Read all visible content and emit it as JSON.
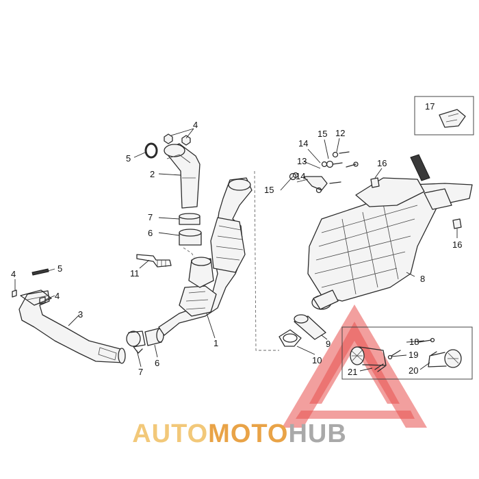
{
  "watermark": {
    "part1": "AUTO",
    "part2": "MOTO",
    "part3": "HUB",
    "colors": {
      "auto": "#f2c879",
      "moto": "#e9a347",
      "hub": "#a9a9a9",
      "logo": "#e8504f"
    }
  },
  "callouts": {
    "c1": "1",
    "c2": "2",
    "c3": "3",
    "c4a": "4",
    "c4b": "4",
    "c4c": "4",
    "c5a": "5",
    "c5b": "5",
    "c6a": "6",
    "c6b": "6",
    "c7a": "7",
    "c7b": "7",
    "c8": "8",
    "c9": "9",
    "c10": "10",
    "c11": "11",
    "c12": "12",
    "c13": "13",
    "c14a": "14",
    "c14b": "14",
    "c15a": "15",
    "c15b": "15",
    "c16a": "16",
    "c16b": "16",
    "c17": "17",
    "c18": "18",
    "c19": "19",
    "c20": "20",
    "c21": "21"
  }
}
